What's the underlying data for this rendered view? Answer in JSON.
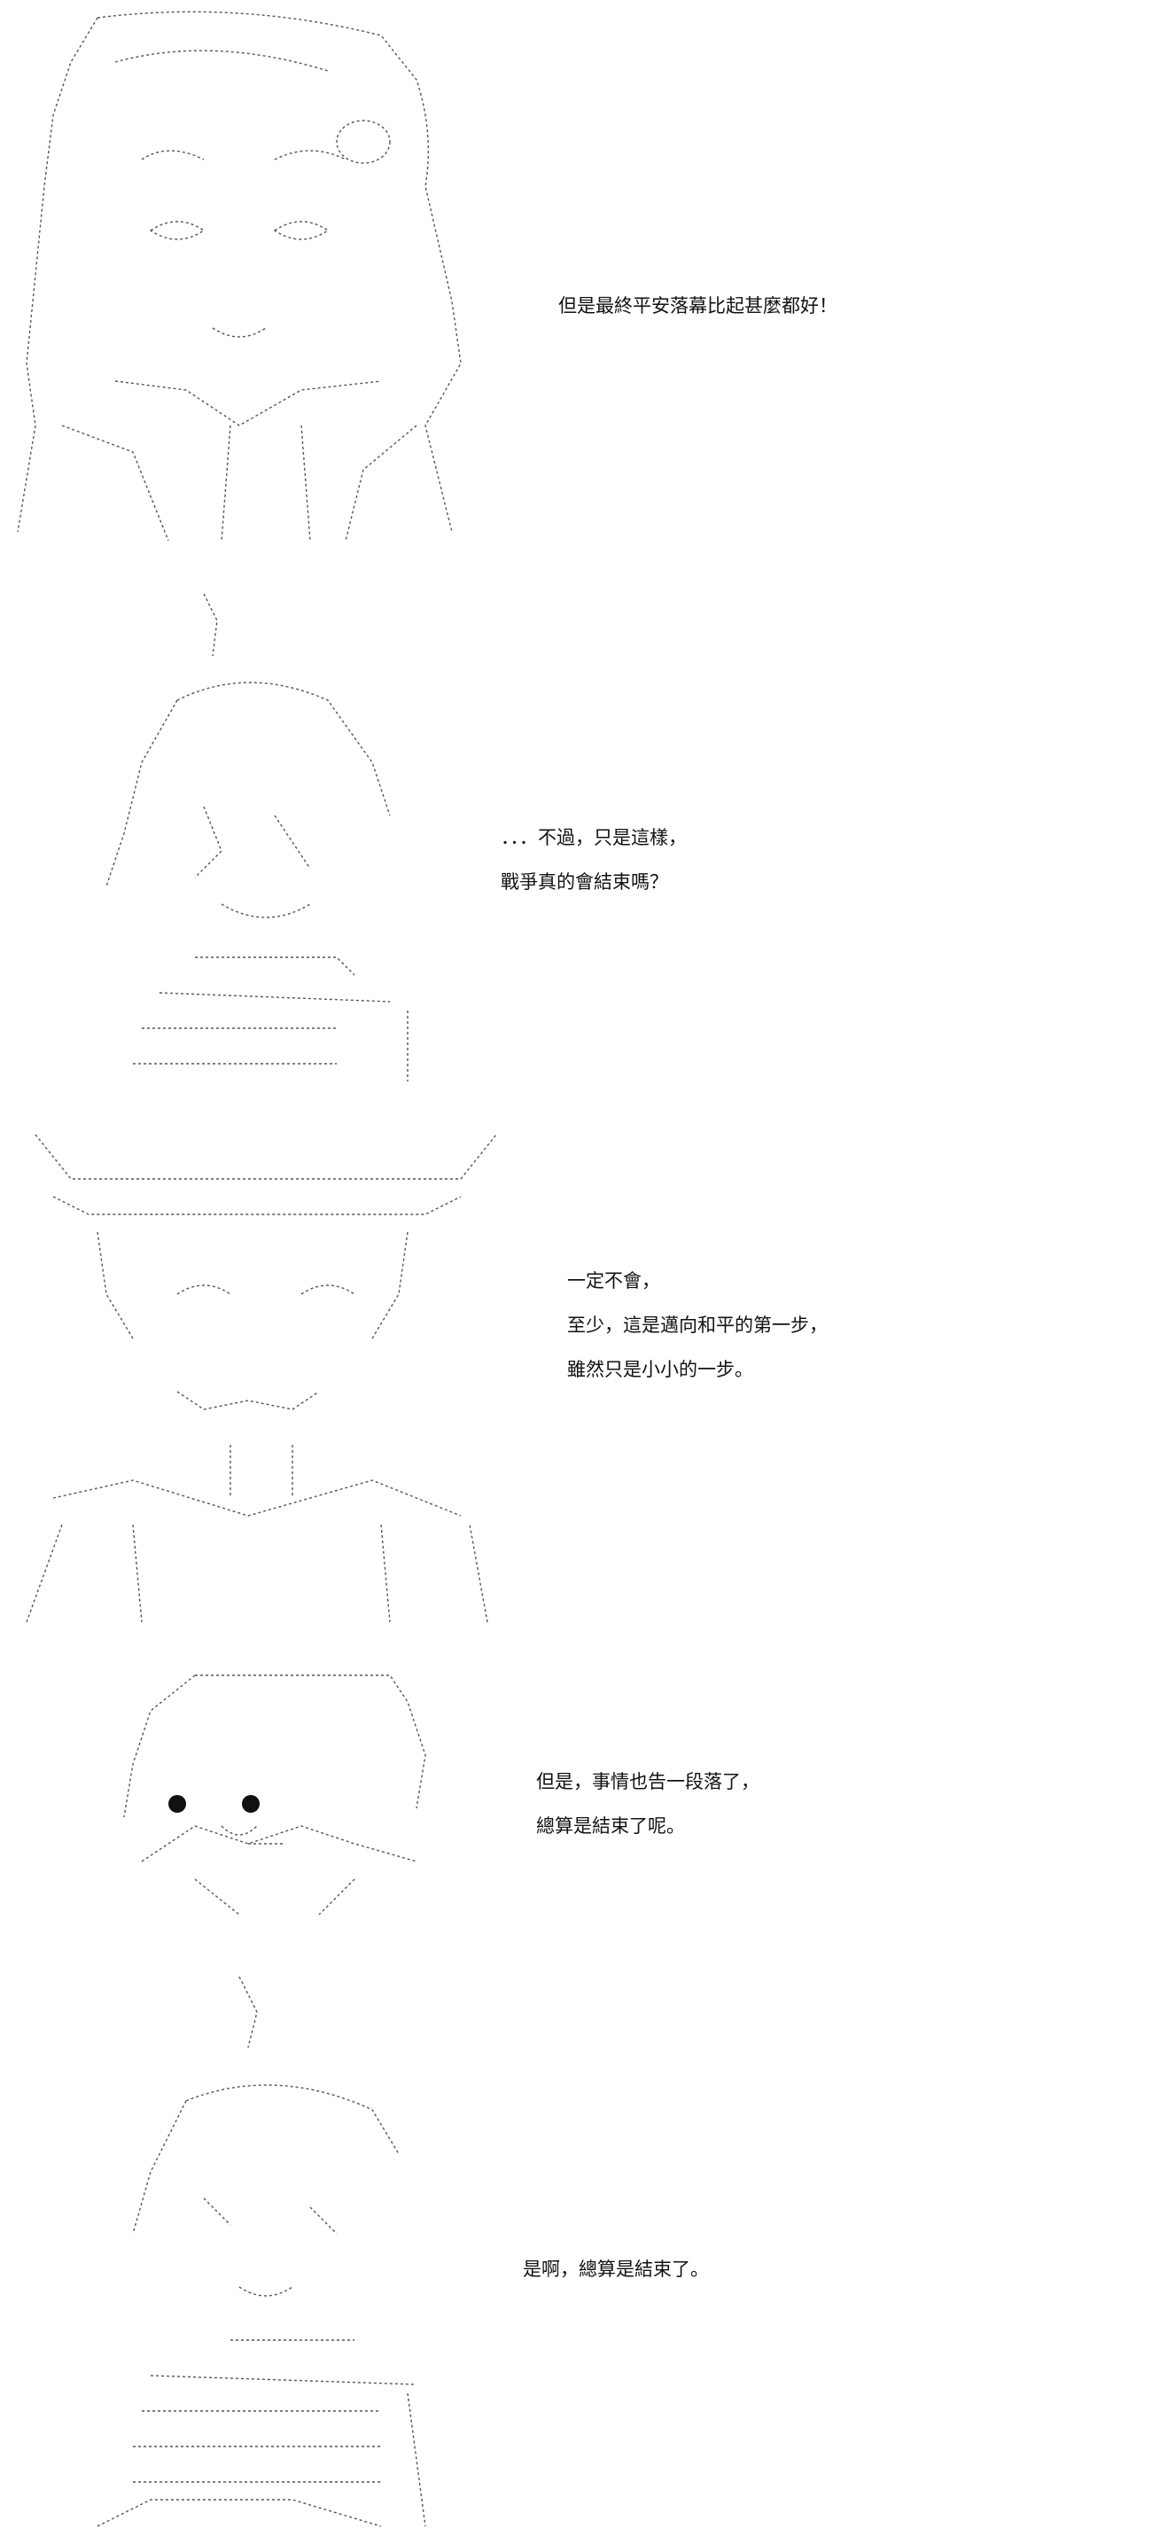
{
  "panels": [
    {
      "id": "panel-1",
      "lines": [
        "但是最終平安落幕比起甚麼都好！"
      ]
    },
    {
      "id": "panel-2",
      "lines": [
        "．．．不過，只是這樣，",
        "戰爭真的會結束嗎？"
      ]
    },
    {
      "id": "panel-3",
      "lines": [
        "一定不會，",
        "至少，這是邁向和平的第一步，",
        "雖然只是小小的一步。"
      ]
    },
    {
      "id": "panel-4",
      "lines": [
        "但是，事情也告一段落了，",
        "總算是結束了呢。"
      ]
    },
    {
      "id": "panel-5",
      "lines": [
        "是啊，總算是結束了。"
      ]
    }
  ],
  "colors": {
    "background": "#ffffff",
    "text": "#111111",
    "art_stroke": "#555555"
  },
  "icons": [
    "ascii-art-character"
  ]
}
